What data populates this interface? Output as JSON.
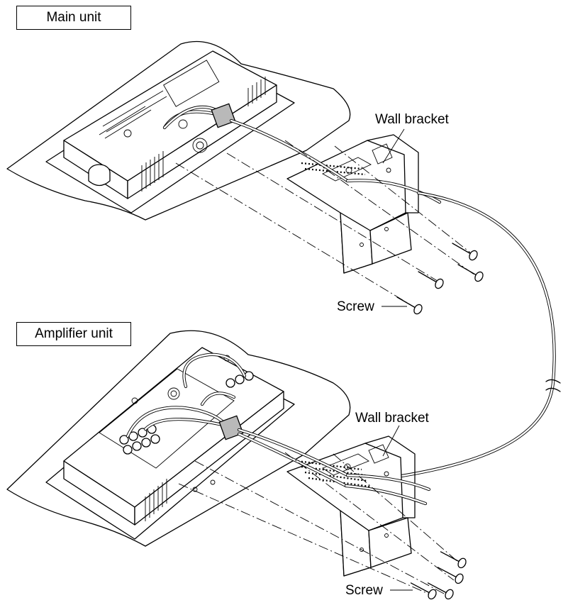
{
  "labels": {
    "main_unit": "Main unit",
    "amplifier_unit": "Amplifier unit",
    "wall_bracket_top": "Wall bracket",
    "wall_bracket_bottom": "Wall bracket",
    "screw_top": "Screw",
    "screw_bottom": "Screw"
  },
  "colors": {
    "surface": "#dcdcdc",
    "connector": "#b9b9b9",
    "line": "#000000"
  }
}
